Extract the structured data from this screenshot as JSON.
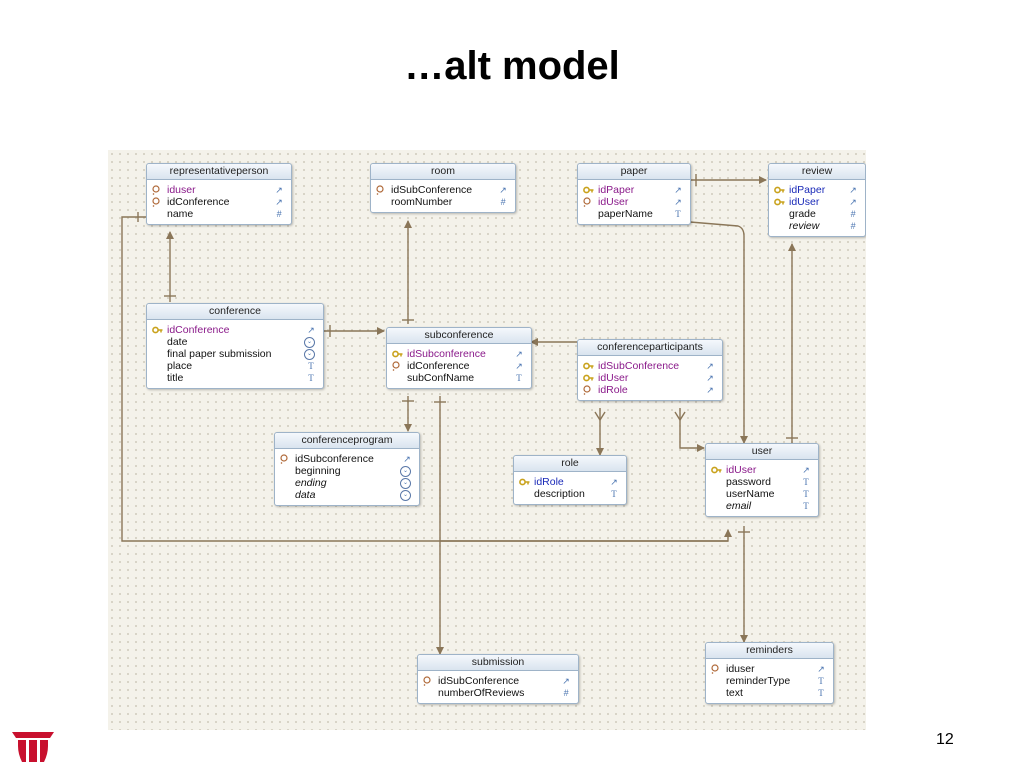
{
  "slide": {
    "title": "…alt model",
    "page_number": "12"
  },
  "colors": {
    "canvas_bg": "#f4f2ea",
    "link": "#8a7658",
    "header": "#d9e4ef",
    "logo_red": "#c8102e"
  },
  "tables": {
    "representativeperson": {
      "name": "representativeperson",
      "fields": [
        {
          "name": "iduser",
          "key": "fk",
          "color": "purple",
          "type": "arrow"
        },
        {
          "name": "idConference",
          "key": "fk",
          "type": "link"
        },
        {
          "name": "name",
          "type": "hash"
        }
      ]
    },
    "room": {
      "name": "room",
      "fields": [
        {
          "name": "idSubConference",
          "key": "fk",
          "type": "link"
        },
        {
          "name": "roomNumber",
          "type": "hash"
        }
      ]
    },
    "paper": {
      "name": "paper",
      "fields": [
        {
          "name": "idPaper",
          "key": "pk",
          "color": "purple",
          "type": "arrow"
        },
        {
          "name": "idUser",
          "key": "fk",
          "color": "purple",
          "type": "arrow"
        },
        {
          "name": "paperName",
          "type": "T"
        }
      ]
    },
    "review": {
      "name": "review",
      "fields": [
        {
          "name": "idPaper",
          "key": "pk",
          "color": "blue",
          "type": "link"
        },
        {
          "name": "idUser",
          "key": "pk",
          "color": "blue",
          "type": "link"
        },
        {
          "name": "grade",
          "type": "hash"
        },
        {
          "name": "review",
          "italic": true,
          "type": "hash"
        }
      ]
    },
    "conference": {
      "name": "conference",
      "fields": [
        {
          "name": "idConference",
          "key": "pk",
          "color": "purple",
          "type": "arrow"
        },
        {
          "name": "date",
          "type": "clock"
        },
        {
          "name": "final paper submission",
          "type": "clock"
        },
        {
          "name": "place",
          "type": "T"
        },
        {
          "name": "title",
          "type": "T"
        }
      ]
    },
    "subconference": {
      "name": "subconference",
      "fields": [
        {
          "name": "idSubconference",
          "key": "pk",
          "color": "purple",
          "type": "arrow"
        },
        {
          "name": "idConference",
          "key": "fk",
          "type": "link"
        },
        {
          "name": "subConfName",
          "type": "T"
        }
      ]
    },
    "conferenceparticipants": {
      "name": "conferenceparticipants",
      "fields": [
        {
          "name": "idSubConference",
          "key": "pk",
          "color": "purple",
          "type": "arrow"
        },
        {
          "name": "idUser",
          "key": "pk",
          "color": "purple",
          "type": "arrow"
        },
        {
          "name": "idRole",
          "key": "fk",
          "color": "purple",
          "type": "arrow"
        }
      ]
    },
    "conferenceprogram": {
      "name": "conferenceprogram",
      "fields": [
        {
          "name": "idSubconference",
          "key": "fk",
          "type": "link"
        },
        {
          "name": "beginning",
          "type": "clock"
        },
        {
          "name": "ending",
          "italic": true,
          "type": "clock"
        },
        {
          "name": "data",
          "italic": true,
          "type": "clock"
        }
      ]
    },
    "role": {
      "name": "role",
      "fields": [
        {
          "name": "idRole",
          "key": "pk",
          "color": "blue",
          "type": "link"
        },
        {
          "name": "description",
          "type": "T"
        }
      ]
    },
    "user": {
      "name": "user",
      "fields": [
        {
          "name": "idUser",
          "key": "pk",
          "color": "purple",
          "type": "arrow"
        },
        {
          "name": "password",
          "type": "T"
        },
        {
          "name": "userName",
          "type": "T"
        },
        {
          "name": "email",
          "italic": true,
          "type": "T"
        }
      ]
    },
    "submission": {
      "name": "submission",
      "fields": [
        {
          "name": "idSubConference",
          "key": "fk",
          "type": "link"
        },
        {
          "name": "numberOfReviews",
          "type": "hash"
        }
      ]
    },
    "reminders": {
      "name": "reminders",
      "fields": [
        {
          "name": "iduser",
          "key": "fk",
          "type": "link"
        },
        {
          "name": "reminderType",
          "type": "T"
        },
        {
          "name": "text",
          "type": "T"
        }
      ]
    }
  }
}
